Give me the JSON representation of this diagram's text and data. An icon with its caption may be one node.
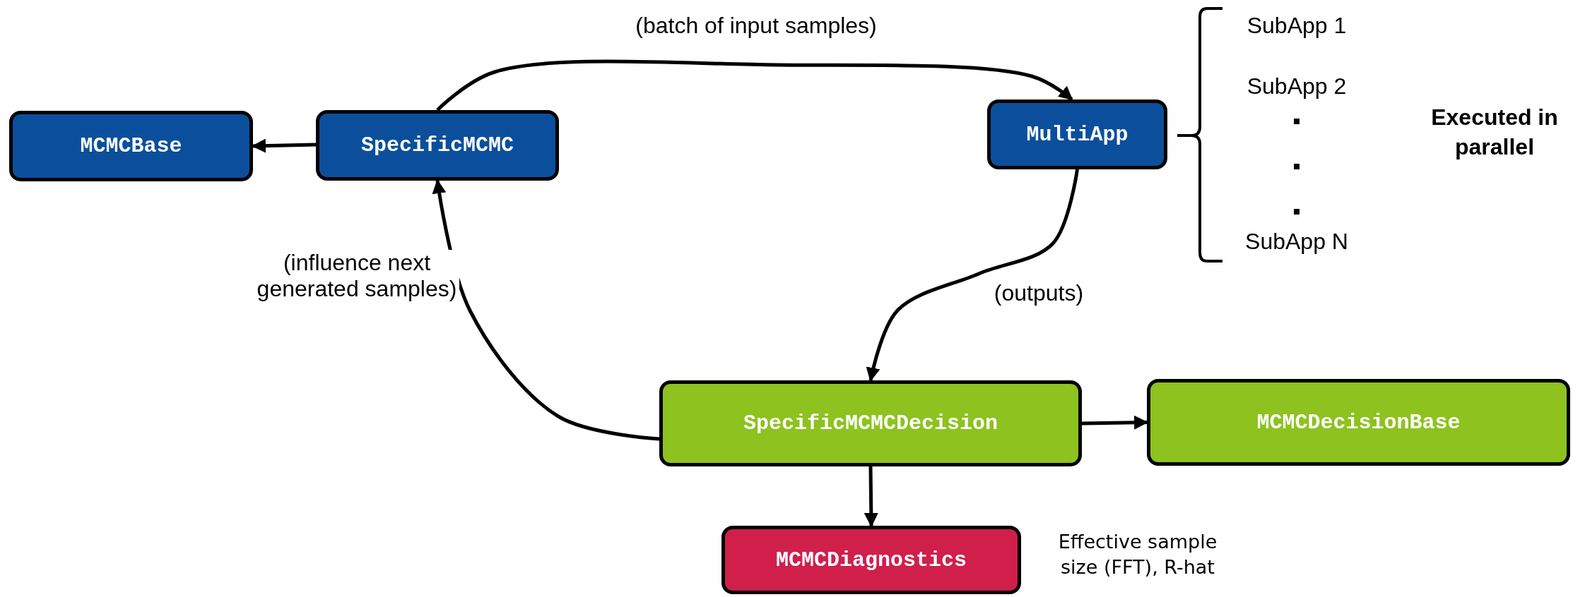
{
  "diagram": {
    "nodes": [
      {
        "text": [
          "MCMCBase"
        ]
      },
      {
        "text": [
          "SpecificMCMC"
        ]
      },
      {
        "text": [
          "MultiApp"
        ]
      },
      {
        "text": [
          "SpecificMCMCDecision"
        ]
      },
      {
        "text": [
          "MCMCDecisionBase"
        ]
      },
      {
        "text": [
          "MCMCDiagnostics"
        ],
        "beside": [
          "Effective sample size (FFT), R-hat"
        ]
      }
    ],
    "edges": [
      {
        "from": 1,
        "to": 0,
        "arrow": "to"
      },
      {
        "from": 1,
        "to": 2,
        "arrow": "to",
        "label": "(batch of input samples)"
      },
      {
        "from": 2,
        "to": 3,
        "arrow": "to",
        "label": "(outputs)"
      },
      {
        "from": 3,
        "to": 1,
        "arrow": "to",
        "label": "(influence next generated samples)"
      },
      {
        "from": 3,
        "to": 4,
        "arrow": "to"
      },
      {
        "from": 3,
        "to": 5,
        "arrow": "to"
      }
    ],
    "labels": [
      "SubApp 1",
      "SubApp 2",
      "SubApp N",
      "Executed in parallel"
    ]
  }
}
